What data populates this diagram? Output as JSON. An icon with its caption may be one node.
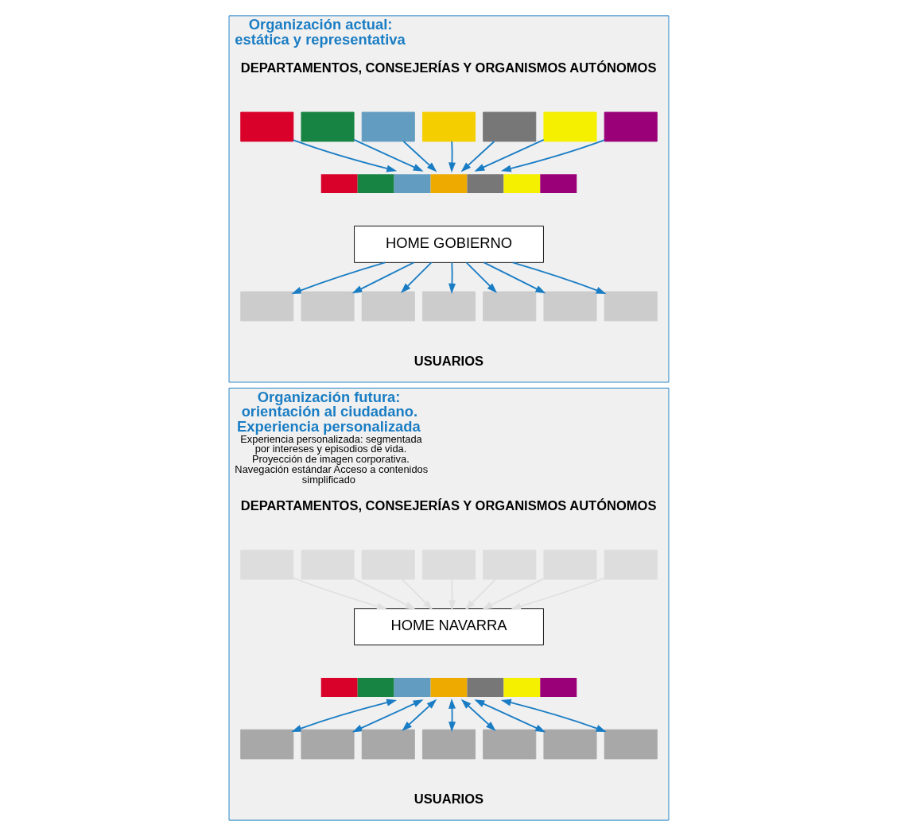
{
  "diagram": {
    "nodes": [
      {
        "text": [
          "Organización actual: estática y representativa"
        ]
      },
      {
        "text": [],
        "shape": "box",
        "in": 0
      },
      {
        "text": [],
        "shape": "box",
        "in": 0
      },
      {
        "text": [],
        "shape": "box",
        "in": 0
      },
      {
        "text": [],
        "shape": "box",
        "in": 0
      },
      {
        "text": [],
        "shape": "box",
        "in": 0
      },
      {
        "text": [],
        "shape": "box",
        "in": 0
      },
      {
        "text": [],
        "shape": "box",
        "in": 0
      },
      {
        "text": [],
        "shape": "bar",
        "in": 0
      },
      {
        "text": [
          "HOME GOBIERNO"
        ],
        "in": 0
      },
      {
        "text": [],
        "shape": "box",
        "in": 0
      },
      {
        "text": [],
        "shape": "box",
        "in": 0
      },
      {
        "text": [],
        "shape": "box",
        "in": 0
      },
      {
        "text": [],
        "shape": "box",
        "in": 0
      },
      {
        "text": [],
        "shape": "box",
        "in": 0
      },
      {
        "text": [],
        "shape": "box",
        "in": 0
      },
      {
        "text": [],
        "shape": "box",
        "in": 0
      },
      {
        "text": [
          "Organización futura: orientación al ciudadano. Experiencia personalizada",
          "Experiencia personalizada: segmentada por intereses y episodios de vida. Proyección de imagen corporativa. Navegación estándar Acceso a contenidos simplificado"
        ]
      },
      {
        "text": [],
        "shape": "box",
        "in": 17
      },
      {
        "text": [],
        "shape": "box",
        "in": 17
      },
      {
        "text": [],
        "shape": "box",
        "in": 17
      },
      {
        "text": [],
        "shape": "box",
        "in": 17
      },
      {
        "text": [],
        "shape": "box",
        "in": 17
      },
      {
        "text": [],
        "shape": "box",
        "in": 17
      },
      {
        "text": [],
        "shape": "box",
        "in": 17
      },
      {
        "text": [
          "HOME NAVARRA"
        ],
        "in": 17
      },
      {
        "text": [],
        "shape": "bar",
        "in": 17
      },
      {
        "text": [],
        "shape": "box",
        "in": 17
      },
      {
        "text": [],
        "shape": "box",
        "in": 17
      },
      {
        "text": [],
        "shape": "box",
        "in": 17
      },
      {
        "text": [],
        "shape": "box",
        "in": 17
      },
      {
        "text": [],
        "shape": "box",
        "in": 17
      },
      {
        "text": [],
        "shape": "box",
        "in": 17
      },
      {
        "text": [],
        "shape": "box",
        "in": 17
      }
    ],
    "edges": [
      {
        "from": 1,
        "to": 8,
        "arrow": "to"
      },
      {
        "from": 2,
        "to": 8,
        "arrow": "to"
      },
      {
        "from": 3,
        "to": 8,
        "arrow": "to"
      },
      {
        "from": 4,
        "to": 8,
        "arrow": "to"
      },
      {
        "from": 5,
        "to": 8,
        "arrow": "to"
      },
      {
        "from": 6,
        "to": 8,
        "arrow": "to"
      },
      {
        "from": 7,
        "to": 8,
        "arrow": "to"
      },
      {
        "from": 9,
        "to": 10,
        "arrow": "to"
      },
      {
        "from": 9,
        "to": 11,
        "arrow": "to"
      },
      {
        "from": 9,
        "to": 12,
        "arrow": "to"
      },
      {
        "from": 9,
        "to": 13,
        "arrow": "to"
      },
      {
        "from": 9,
        "to": 14,
        "arrow": "to"
      },
      {
        "from": 9,
        "to": 15,
        "arrow": "to"
      },
      {
        "from": 9,
        "to": 16,
        "arrow": "to"
      },
      {
        "from": 18,
        "to": 25,
        "arrow": "to",
        "color": "#e0e0e0"
      },
      {
        "from": 19,
        "to": 25,
        "arrow": "to",
        "color": "#e0e0e0"
      },
      {
        "from": 20,
        "to": 25,
        "arrow": "to",
        "color": "#e0e0e0"
      },
      {
        "from": 21,
        "to": 25,
        "arrow": "to",
        "color": "#e0e0e0"
      },
      {
        "from": 22,
        "to": 25,
        "arrow": "to",
        "color": "#e0e0e0"
      },
      {
        "from": 23,
        "to": 25,
        "arrow": "to",
        "color": "#e0e0e0"
      },
      {
        "from": 24,
        "to": 25,
        "arrow": "to",
        "color": "#e0e0e0"
      },
      {
        "from": 26,
        "to": 27,
        "arrow": "both"
      },
      {
        "from": 26,
        "to": 28,
        "arrow": "both"
      },
      {
        "from": 26,
        "to": 29,
        "arrow": "both"
      },
      {
        "from": 26,
        "to": 30,
        "arrow": "both"
      },
      {
        "from": 26,
        "to": 31,
        "arrow": "both"
      },
      {
        "from": 26,
        "to": 32,
        "arrow": "both"
      },
      {
        "from": 26,
        "to": 33,
        "arrow": "both"
      }
    ],
    "labels": [
      "DEPARTAMENTOS, CONSEJERÍAS Y ORGANISMOS AUTÓNOMOS",
      "USUARIOS",
      "DEPARTAMENTOS, CONSEJERÍAS Y ORGANISMOS AUTÓNOMOS",
      "USUARIOS"
    ]
  }
}
